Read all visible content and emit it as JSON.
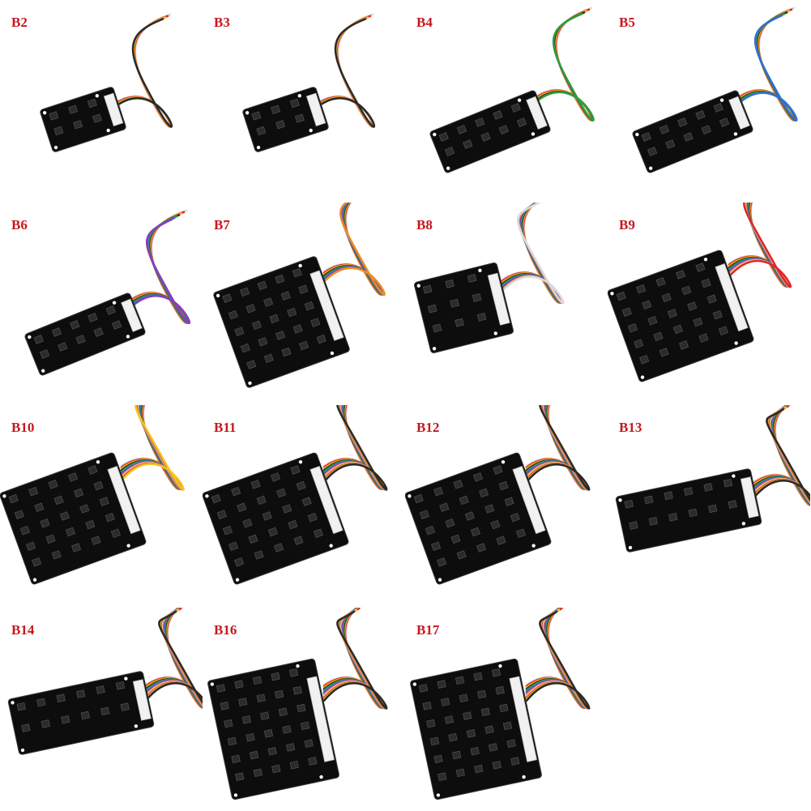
{
  "grid": {
    "columns": 4,
    "rows": 4,
    "label_color": "#c8171d",
    "board_color": "#0d0d0d",
    "wire_colors": [
      "#f2f2f2",
      "#e32626",
      "#f5c518",
      "#2a2a2a",
      "#2f9e3f",
      "#2f6fd6",
      "#8a3fb8",
      "#f08a24"
    ]
  },
  "cells": [
    {
      "label": "B2",
      "board": "small",
      "wires": 4
    },
    {
      "label": "B3",
      "board": "small",
      "wires": 4
    },
    {
      "label": "B4",
      "board": "slim",
      "wires": 5
    },
    {
      "label": "B5",
      "board": "slim",
      "wires": 6
    },
    {
      "label": "B6",
      "board": "slim",
      "wires": 7
    },
    {
      "label": "B7",
      "board": "medium",
      "wires": 8
    },
    {
      "label": "B8",
      "board": "square",
      "wires": 9
    },
    {
      "label": "B9",
      "board": "large",
      "wires": 10
    },
    {
      "label": "B10",
      "board": "large",
      "wires": 11
    },
    {
      "label": "B11",
      "board": "large",
      "wires": 12
    },
    {
      "label": "B12",
      "board": "large",
      "wires": 13
    },
    {
      "label": "B13",
      "board": "long",
      "wires": 14
    },
    {
      "label": "B14",
      "board": "long",
      "wires": 15
    },
    {
      "label": "B16",
      "board": "xlarge",
      "wires": 17
    },
    {
      "label": "B17",
      "board": "xlarge",
      "wires": 18
    }
  ]
}
